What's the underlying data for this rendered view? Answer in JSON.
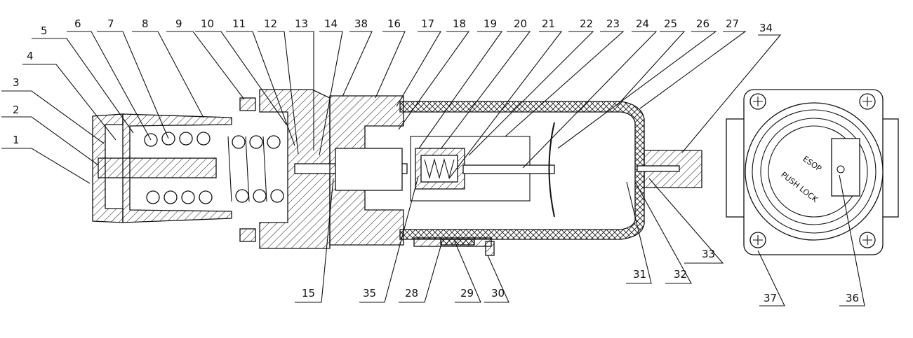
{
  "callouts_top": [
    "1",
    "2",
    "3",
    "4",
    "5",
    "6",
    "7",
    "8",
    "9",
    "10",
    "11",
    "12",
    "13",
    "14",
    "38",
    "16",
    "17",
    "18",
    "19",
    "20",
    "21",
    "22",
    "23",
    "24",
    "25",
    "26",
    "27",
    "34"
  ],
  "callouts_bottom": [
    "15",
    "35",
    "28",
    "29",
    "30",
    "31",
    "32",
    "33",
    "37",
    "36"
  ],
  "front_view": {
    "button_text": "ESOP",
    "ring_text": "PUSH LOCK"
  }
}
